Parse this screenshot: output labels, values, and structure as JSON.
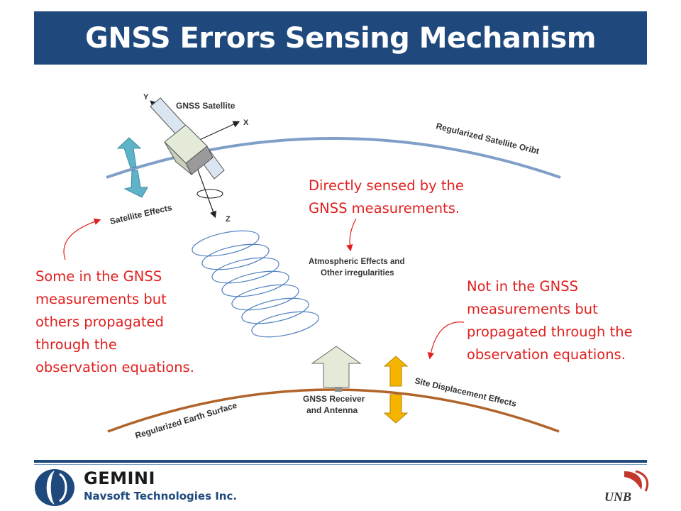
{
  "title": "GNSS Errors Sensing Mechanism",
  "diagram": {
    "satellite_label": "GNSS Satellite",
    "axis_x": "X",
    "axis_y": "Y",
    "axis_z": "Z",
    "orbit_label": "Regularized Satellite Oribt",
    "satellite_effects": "Satellite Effects",
    "atmospheric_line1": "Atmospheric Effects and",
    "atmospheric_line2": "Other irregularities",
    "receiver_line1": "GNSS Receiver",
    "receiver_line2": "and Antenna",
    "site_displacement": "Site Displacement Effects",
    "earth_label": "Regularized Earth Surface"
  },
  "notes": {
    "direct": [
      "Directly sensed by the",
      "GNSS measurements."
    ],
    "some": [
      "Some in the GNSS",
      "measurements but",
      "others propagated",
      "through the",
      "observation equations."
    ],
    "not_in": [
      "Not in the GNSS",
      "measurements but",
      "propagated through the",
      "observation equations."
    ]
  },
  "footer": {
    "company_name": "GEMINI",
    "company_sub": "Navsoft Technologies Inc.",
    "university": "UNB"
  },
  "colors": {
    "title_bg": "#1f497d",
    "note_text": "#e02020",
    "orbit": "#7f9fc8",
    "earth": "#b0642a",
    "satellite_arrow": "#5fb3c9",
    "site_arrow": "#f5b400"
  }
}
